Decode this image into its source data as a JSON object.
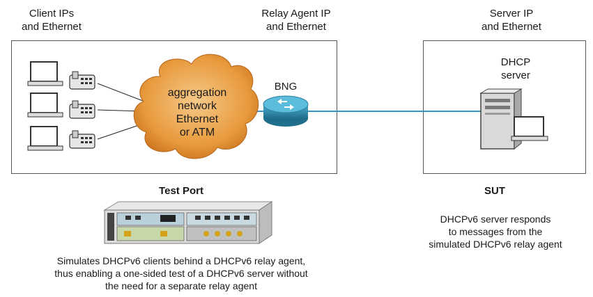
{
  "headers": {
    "client": [
      "Client IPs",
      "and Ethernet"
    ],
    "relay": [
      "Relay Agent IP",
      "and Ethernet"
    ],
    "server": [
      "Server IP",
      "and Ethernet"
    ]
  },
  "cloud": [
    "aggregation",
    "network",
    "Ethernet",
    "or ATM"
  ],
  "bng_label": "BNG",
  "dhcp_server": [
    "DHCP",
    "server"
  ],
  "test_port": {
    "title": "Test Port",
    "description": [
      "Simulates DHCPv6 clients behind a DHCPv6 relay agent,",
      "thus enabling a one-sided test of a DHCPv6 server without",
      "the need for a separate relay agent"
    ]
  },
  "sut": {
    "title": "SUT",
    "description": [
      "DHCPv6 server responds",
      "to messages from the",
      "simulated DHCPv6 relay agent"
    ]
  },
  "colors": {
    "cloud": "#e89a3c",
    "router": "#2f8fb0",
    "link": "#3a8fc2",
    "box_border": "#555555"
  }
}
